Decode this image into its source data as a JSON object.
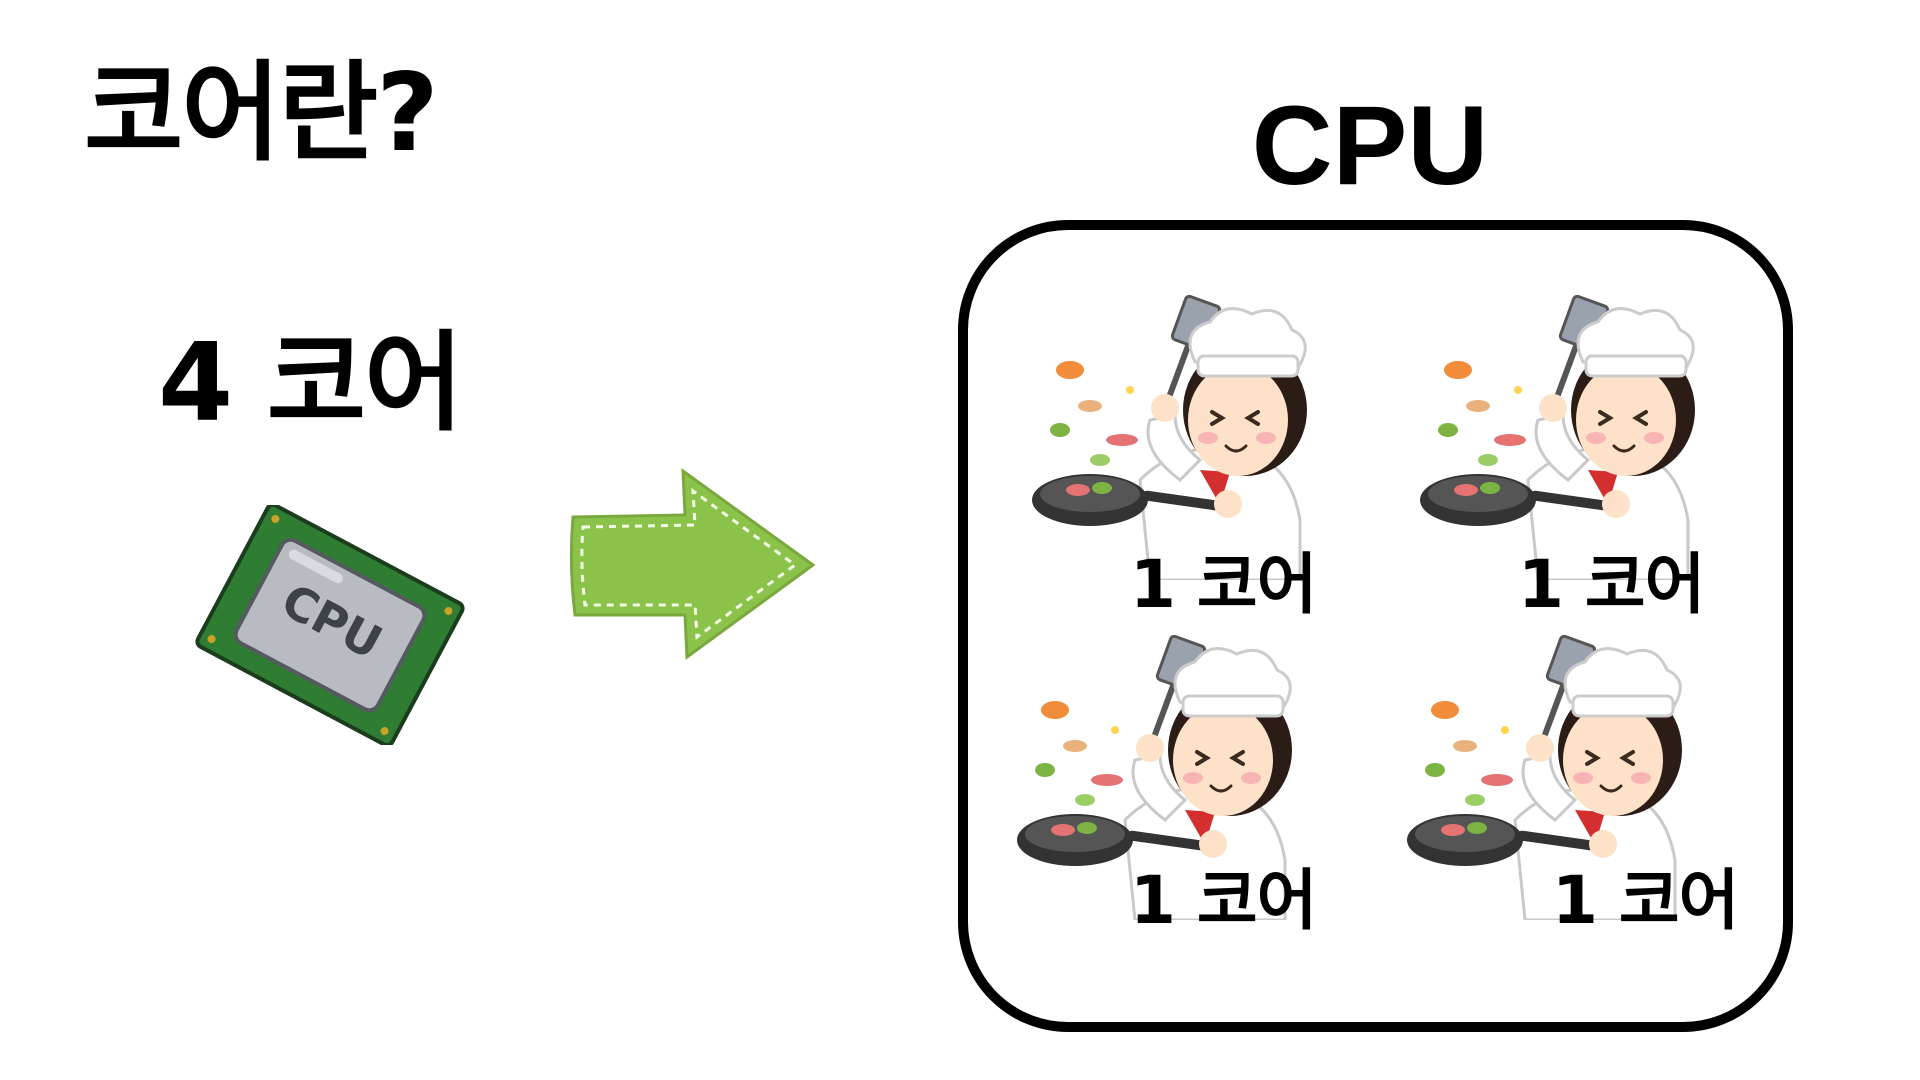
{
  "title": "코어란?",
  "left": {
    "core_count": "4 코어",
    "chip_text": "CPU"
  },
  "cpu_box": {
    "label": "CPU",
    "cores": [
      {
        "label": "1 코어"
      },
      {
        "label": "1 코어"
      },
      {
        "label": "1 코어"
      },
      {
        "label": "1 코어"
      }
    ]
  },
  "colors": {
    "arrow": "#8bc34a",
    "chip_board": "#2e7d32",
    "chip_metal": "#b8bcc2",
    "chef_hair": "#2b1d16",
    "chef_skin": "#fde1c8",
    "chef_scarf": "#d32f2f",
    "pan": "#333333"
  }
}
